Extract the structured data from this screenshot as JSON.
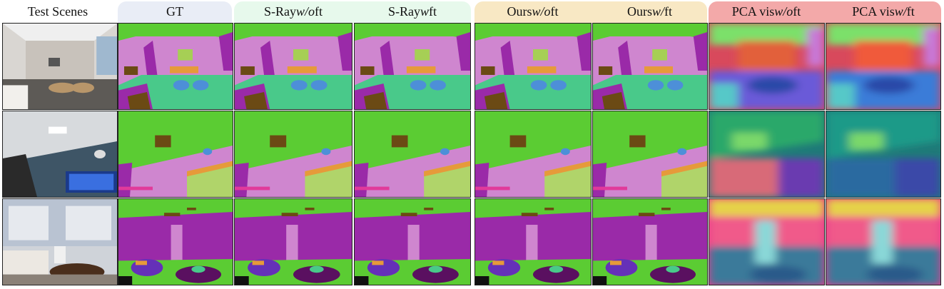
{
  "header": {
    "test_scenes": "Test Scenes",
    "gt": "GT",
    "sray_wo": {
      "prefix": "S-Ray ",
      "italic": "w/o",
      "suffix": " ft"
    },
    "sray_w": {
      "prefix": "S-Ray ",
      "italic": "w",
      "suffix": " ft"
    },
    "ours_wo": {
      "prefix": "Ours ",
      "italic": "w/o",
      "suffix": " ft"
    },
    "ours_w": {
      "prefix": "Ours ",
      "italic": "w/",
      "suffix": " ft"
    },
    "pca_wo": {
      "prefix": "PCA vis ",
      "italic": "w/o",
      "suffix": " ft"
    },
    "pca_w": {
      "prefix": "PCA vis ",
      "italic": "w/",
      "suffix": " ft"
    }
  },
  "colors": {
    "band_gray": "#e9edf6",
    "band_green": "#e7f9ec",
    "band_yellow": "#f8e8c4",
    "band_red": "#f3a9a9",
    "seg_green": "#5bcc33",
    "seg_pink": "#cf86cf",
    "seg_purple": "#9a2aa8",
    "seg_teal": "#49c98a",
    "seg_orange": "#e69a3a",
    "seg_brown": "#6b4a14",
    "seg_blue": "#4d8fd8",
    "seg_darkpurple": "#5a1060"
  }
}
